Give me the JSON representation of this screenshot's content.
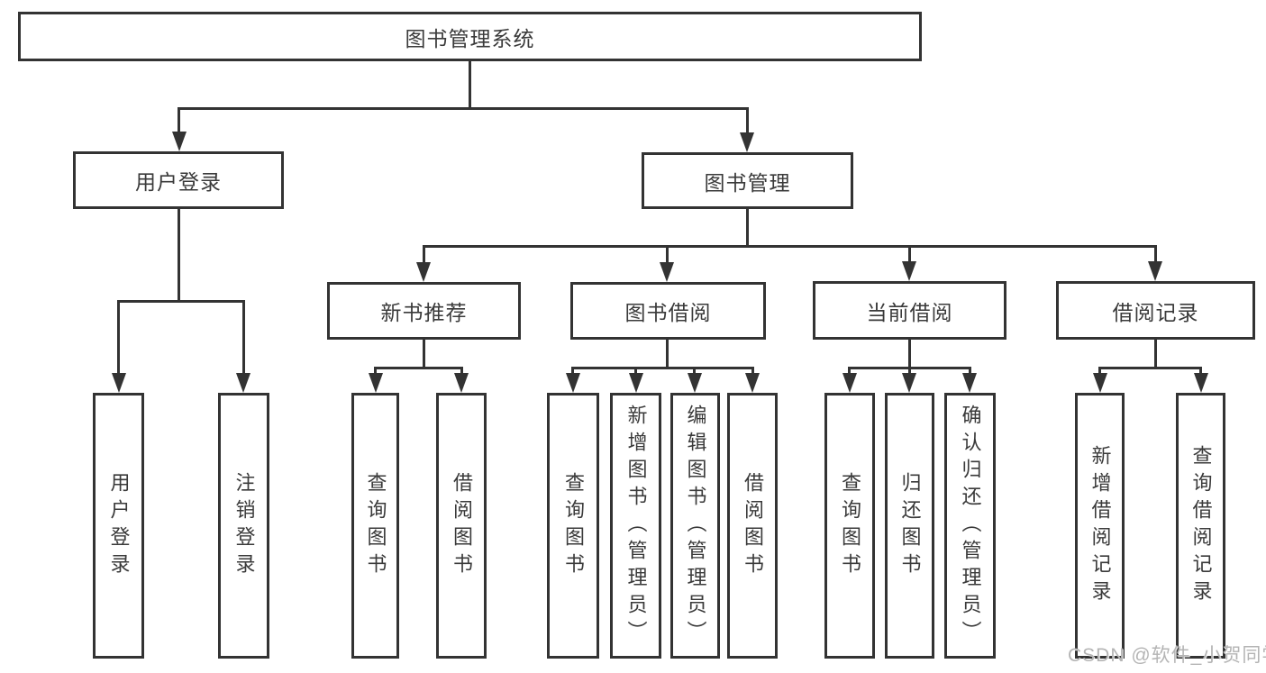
{
  "tree": {
    "root": {
      "label": "图书管理系统"
    },
    "level2": [
      {
        "label": "用户登录"
      },
      {
        "label": "图书管理"
      }
    ],
    "level3": [
      {
        "label": "新书推荐"
      },
      {
        "label": "图书借阅"
      },
      {
        "label": "当前借阅"
      },
      {
        "label": "借阅记录"
      }
    ],
    "leaves": [
      {
        "label": "用户登录"
      },
      {
        "label": "注销登录"
      },
      {
        "label": "查询图书"
      },
      {
        "label": "借阅图书"
      },
      {
        "label": "查询图书"
      },
      {
        "label": "新增图书（管理员）"
      },
      {
        "label": "编辑图书（管理员）"
      },
      {
        "label": "借阅图书"
      },
      {
        "label": "查询图书"
      },
      {
        "label": "归还图书"
      },
      {
        "label": "确认归还（管理员）"
      },
      {
        "label": "新增借阅记录"
      },
      {
        "label": "查询借阅记录"
      }
    ]
  },
  "watermark": "CSDN @软件_小贺同学",
  "colors": {
    "line": "#333333",
    "text": "#3a3a3a",
    "watermark": "#b4b4b4",
    "background": "#ffffff"
  }
}
